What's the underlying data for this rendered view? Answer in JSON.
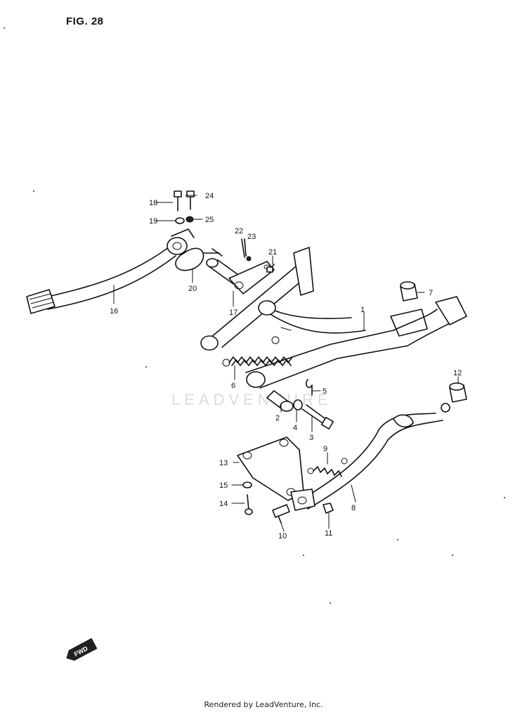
{
  "figure": {
    "title": "FIG. 28"
  },
  "watermark": "LEADVENTURE",
  "footer": "Rendered by LeadVenture, Inc.",
  "fwd_badge": "FWD",
  "callouts": {
    "c1": "1",
    "c2": "2",
    "c3": "3",
    "c4": "4",
    "c5": "5",
    "c6": "6",
    "c7": "7",
    "c8": "8",
    "c9": "9",
    "c10": "10",
    "c11": "11",
    "c12": "12",
    "c13": "13",
    "c14": "14",
    "c15": "15",
    "c16": "16",
    "c17": "17",
    "c18": "18",
    "c19": "19",
    "c20": "20",
    "c21": "21",
    "c22": "22",
    "c23": "23",
    "c24": "24",
    "c25": "25"
  },
  "colors": {
    "ink": "#111111",
    "paper": "#ffffff",
    "watermark": "#dcdcdc"
  }
}
